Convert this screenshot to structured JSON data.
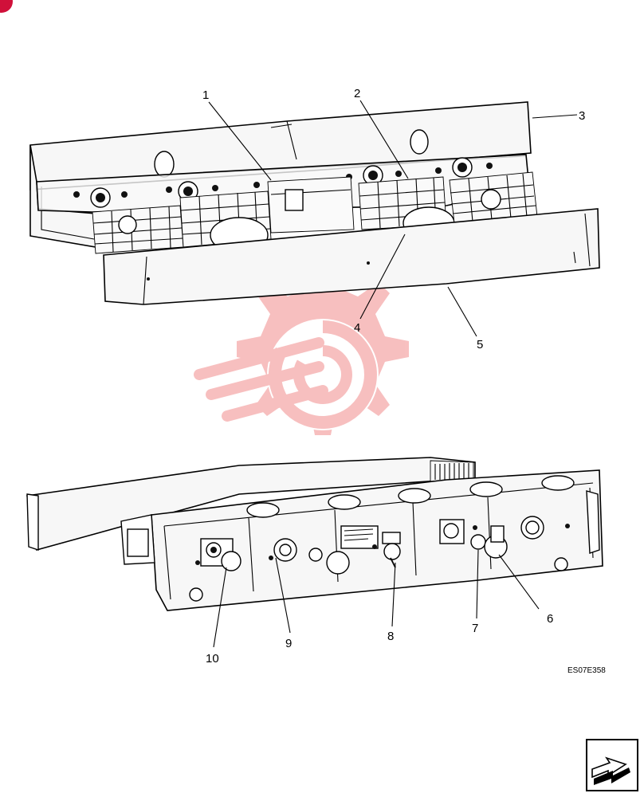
{
  "diagram": {
    "drawing_code": "ES07E358",
    "callouts": [
      {
        "id": "c1",
        "label": "1"
      },
      {
        "id": "c2",
        "label": "2"
      },
      {
        "id": "c3",
        "label": "3"
      },
      {
        "id": "c4",
        "label": "4"
      },
      {
        "id": "c5",
        "label": "5"
      },
      {
        "id": "c6",
        "label": "6"
      },
      {
        "id": "c7",
        "label": "7"
      },
      {
        "id": "c8",
        "label": "8"
      },
      {
        "id": "c9",
        "label": "9"
      },
      {
        "id": "c10",
        "label": "10"
      }
    ],
    "watermark": {
      "icon": "gear-wrench-logo-icon",
      "color": "#f28c8c"
    },
    "corner_badge": {
      "icon": "brand-badge-icon",
      "color": "#d0103a"
    },
    "nav_button": {
      "icon": "arrow-next-page-icon"
    }
  }
}
